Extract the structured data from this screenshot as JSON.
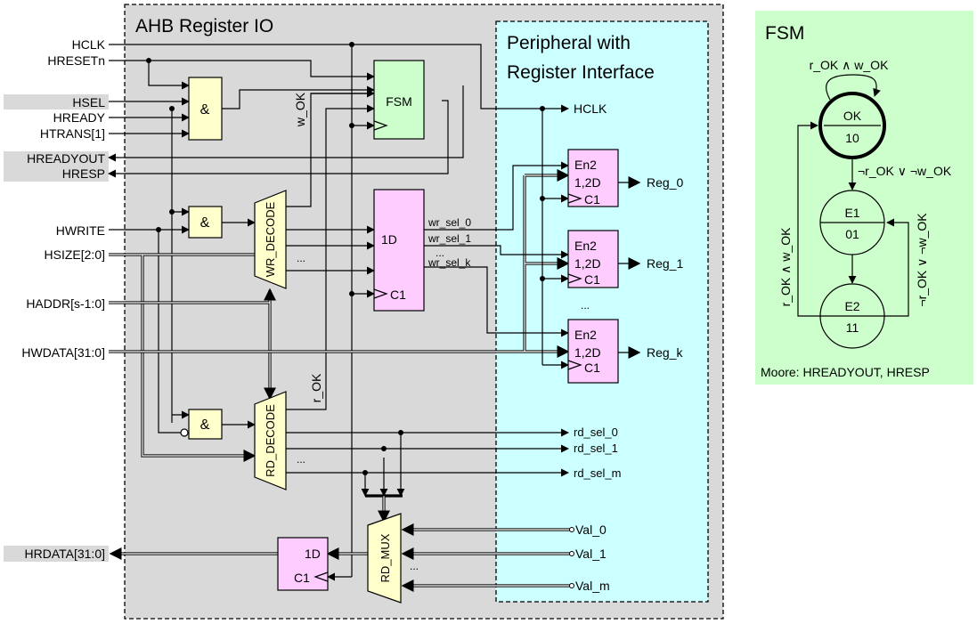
{
  "outer": {
    "title": "AHB Register IO",
    "bg": "#d9d9d9"
  },
  "peripheral": {
    "title_line1": "Peripheral with",
    "title_line2": "Register Interface",
    "bg": "#ccffff"
  },
  "fsm_panel": {
    "title": "FSM",
    "bg": "#ccffcc",
    "states": [
      {
        "name": "OK",
        "code": "10"
      },
      {
        "name": "E1",
        "code": "01"
      },
      {
        "name": "E2",
        "code": "11"
      }
    ],
    "self_loop": "r_OK ∧ w_OK",
    "ok_to_e1": "¬r_OK ∨ ¬w_OK",
    "e2_to_ok": "r_OK ∧ w_OK",
    "e2_to_e1": "¬r_OK ∨ ¬w_OK",
    "moore": "Moore: HREADYOUT, HRESP"
  },
  "signals": {
    "hclk": "HCLK",
    "hresetn": "HRESETn",
    "hsel": "HSEL",
    "hready": "HREADY",
    "htrans": "HTRANS[1]",
    "hreadyout": "HREADYOUT",
    "hresp": "HRESP",
    "hwrite": "HWRITE",
    "hsize": "HSIZE[2:0]",
    "haddr": "HADDR[s-1:0]",
    "hwdata": "HWDATA[31:0]",
    "hrdata": "HRDATA[31:0]",
    "input_highlight": "#d9d9d9"
  },
  "blocks": {
    "and_symbol": "&",
    "fsm": "FSM",
    "wr_decode": "WR_DECODE",
    "rd_decode": "RD_DECODE",
    "rd_mux": "RD_MUX",
    "w_ok": "w_OK",
    "r_ok": "r_OK",
    "d1": "1D",
    "c1": "C1",
    "en2": "En2",
    "d12": "1,2D",
    "ellipsis": "...",
    "logic_bg": "#ffffcc",
    "fsm_bg": "#ccffcc",
    "reg_bg": "#ffccff"
  },
  "periph_signals": {
    "hclk": "HCLK",
    "wr_sel": [
      "wr_sel_0",
      "wr_sel_1",
      "wr_sel_k"
    ],
    "regs": [
      "Reg_0",
      "Reg_1",
      "Reg_k"
    ],
    "rd_sel": [
      "rd_sel_0",
      "rd_sel_1",
      "rd_sel_m"
    ],
    "vals": [
      "Val_0",
      "Val_1",
      "Val_m"
    ]
  }
}
